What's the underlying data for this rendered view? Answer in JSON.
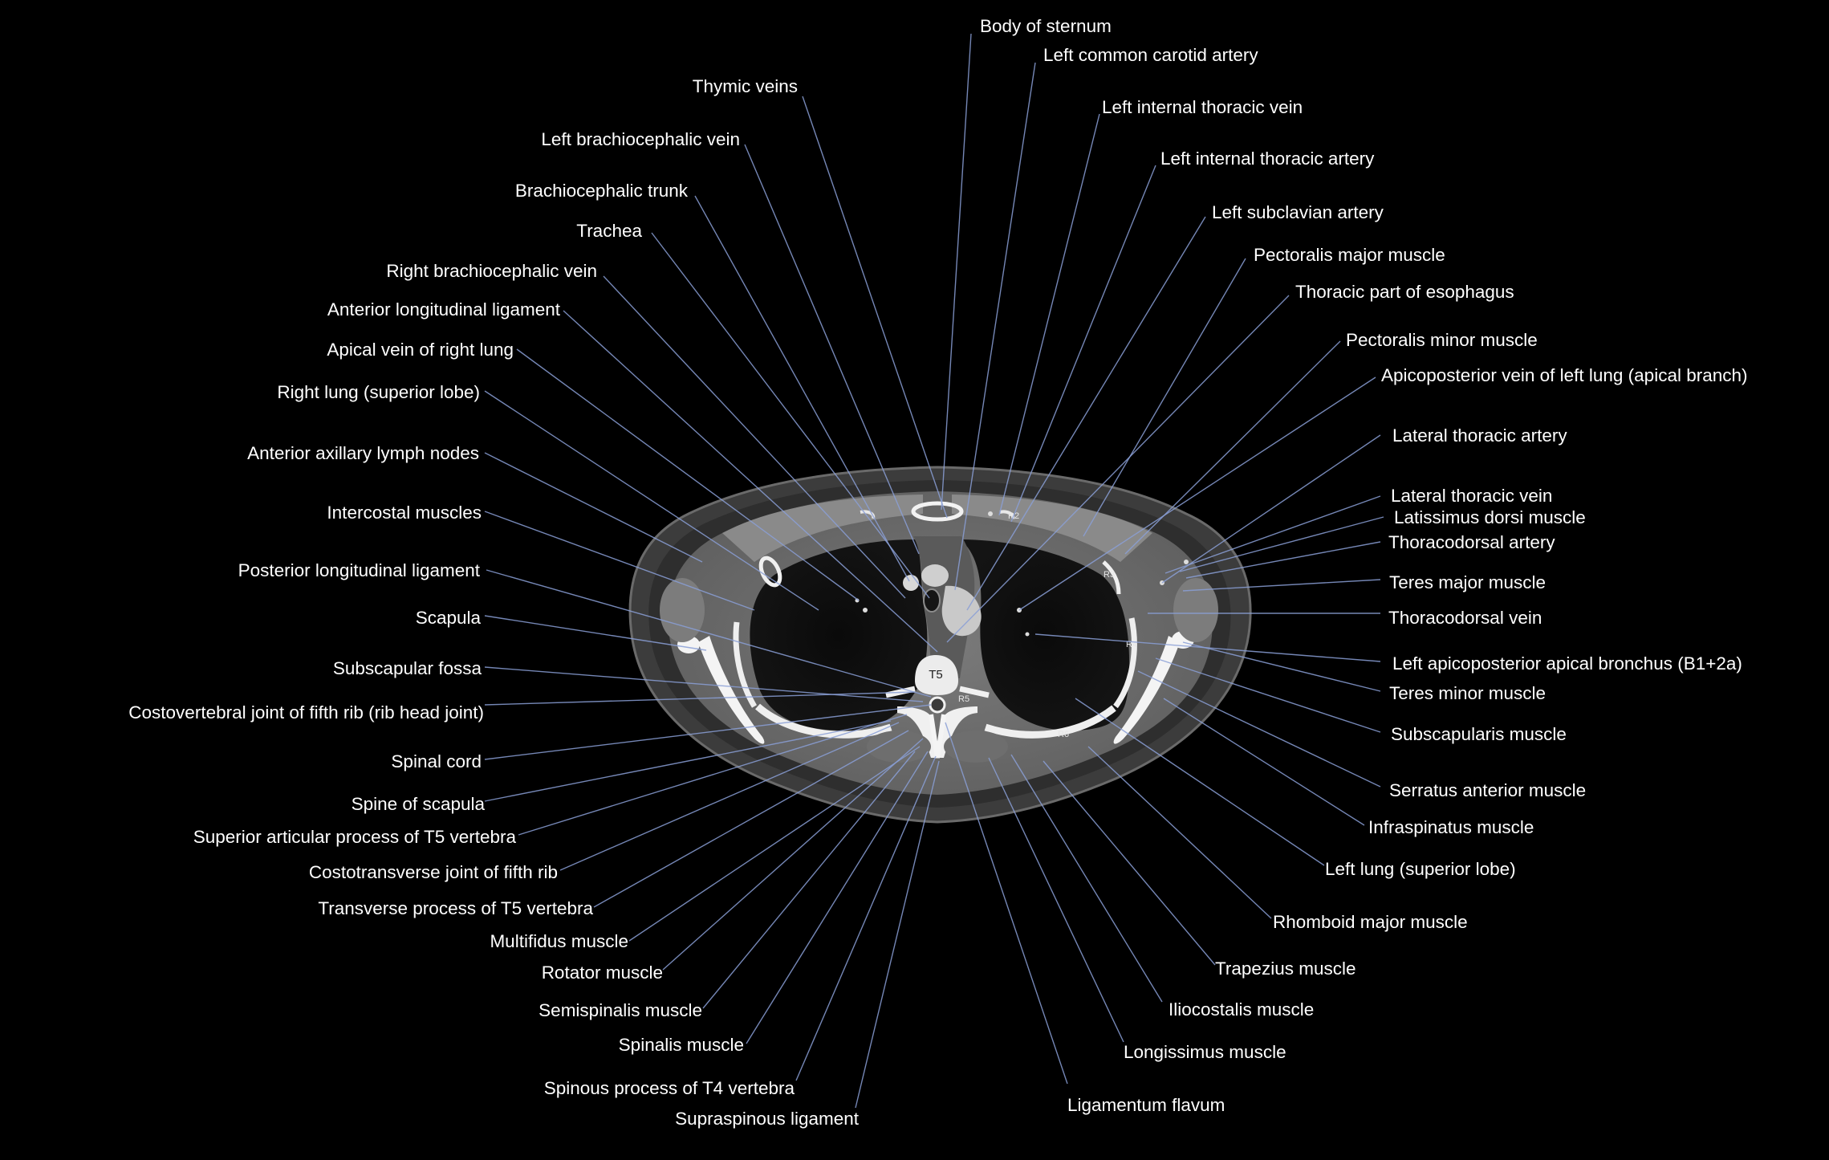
{
  "figure": {
    "labels": {
      "body_of_sternum": "Body of sternum",
      "left_common_carotid_artery": "Left common carotid artery",
      "thymic_veins": "Thymic veins",
      "left_internal_thoracic_vein": "Left internal thoracic vein",
      "left_brachiocephalic_vein": "Left brachiocephalic vein",
      "left_internal_thoracic_artery": "Left internal thoracic artery",
      "brachiocephalic_trunk": "Brachiocephalic trunk",
      "left_subclavian_artery": "Left subclavian artery",
      "trachea": "Trachea",
      "pectoralis_major_muscle": "Pectoralis major muscle",
      "right_brachiocephalic_vein": "Right brachiocephalic vein",
      "thoracic_part_of_esophagus": "Thoracic part of esophagus",
      "anterior_longitudinal_ligament": "Anterior longitudinal ligament",
      "pectoralis_minor_muscle": "Pectoralis minor muscle",
      "apical_vein_of_right_lung": "Apical vein of right lung",
      "apicoposterior_vein_left_lung": "Apicoposterior vein of left lung (apical branch)",
      "right_lung_superior_lobe": "Right lung (superior lobe)",
      "lateral_thoracic_artery": "Lateral thoracic artery",
      "anterior_axillary_lymph_nodes": "Anterior axillary lymph nodes",
      "lateral_thoracic_vein": "Lateral thoracic vein",
      "intercostal_muscles": "Intercostal muscles",
      "latissimus_dorsi_muscle": "Latissimus dorsi muscle",
      "thoracodorsal_artery": "Thoracodorsal artery",
      "posterior_longitudinal_ligament": "Posterior longitudinal ligament",
      "teres_major_muscle": "Teres major muscle",
      "scapula": "Scapula",
      "thoracodorsal_vein": "Thoracodorsal vein",
      "left_apicoposterior_apical_bronchus": "Left apicoposterior apical bronchus (B1+2a)",
      "subscapular_fossa": "Subscapular fossa",
      "teres_minor_muscle": "Teres minor muscle",
      "costovertebral_joint": "Costovertebral joint of fifth rib (rib head joint)",
      "subscapularis_muscle": "Subscapularis muscle",
      "spinal_cord": "Spinal cord",
      "serratus_anterior_muscle": "Serratus anterior muscle",
      "spine_of_scapula": "Spine of scapula",
      "infraspinatus_muscle": "Infraspinatus muscle",
      "superior_articular_process_t5": "Superior articular process of T5 vertebra",
      "left_lung_superior_lobe": "Left lung (superior lobe)",
      "costotransverse_joint": "Costotransverse joint of fifth rib",
      "transverse_process_t5": "Transverse process of T5 vertebra",
      "rhomboid_major_muscle": "Rhomboid major muscle",
      "multifidus_muscle": "Multifidus muscle",
      "rotator_muscle": "Rotator muscle",
      "trapezius_muscle": "Trapezius muscle",
      "semispinalis_muscle": "Semispinalis muscle",
      "iliocostalis_muscle": "Iliocostalis muscle",
      "spinalis_muscle": "Spinalis muscle",
      "longissimus_muscle": "Longissimus muscle",
      "spinous_process_t4": "Spinous process of T4 vertebra",
      "ligamentum_flavum": "Ligamentum flavum",
      "supraspinous_ligament": "Supraspinous ligament"
    },
    "ct_tags": {
      "vertebra": "T5",
      "r2": "R2",
      "r3": "R3",
      "r4": "R4",
      "r5": "R5",
      "r6": "R6"
    }
  }
}
